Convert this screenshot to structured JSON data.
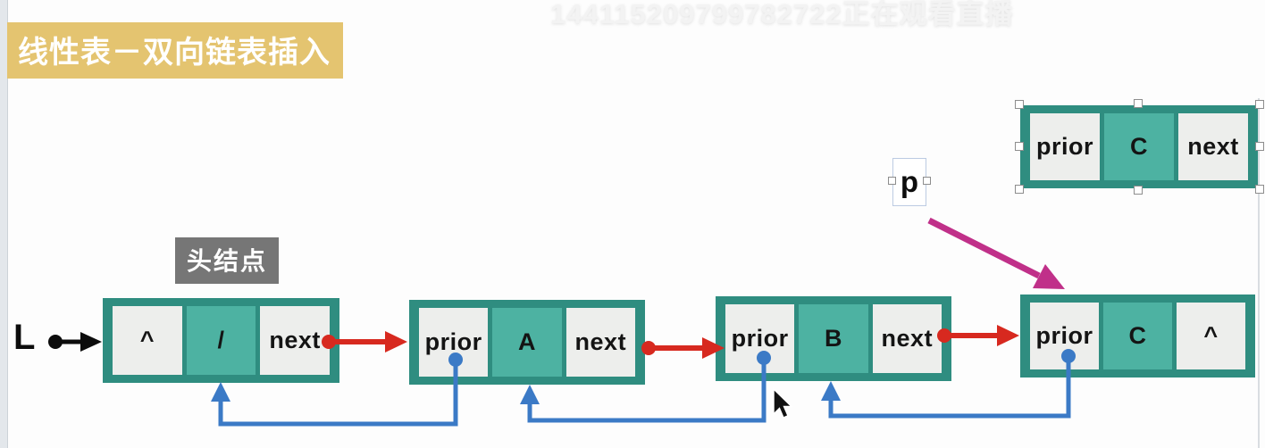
{
  "watermark": "144115209799782722正在观看直播",
  "title": "线性表－双向链表插入",
  "labels": {
    "head_node": "头结点",
    "list_pointer": "L",
    "p_pointer": "p"
  },
  "nodes": {
    "head": {
      "cells": [
        "^",
        "/",
        "next"
      ]
    },
    "a": {
      "cells": [
        "prior",
        "A",
        "next"
      ]
    },
    "b": {
      "cells": [
        "prior",
        "B",
        "next"
      ]
    },
    "c": {
      "cells": [
        "prior",
        "C",
        "^"
      ]
    },
    "floating": {
      "cells": [
        "prior",
        "C",
        "next"
      ]
    }
  },
  "colors": {
    "node_border_teal": "#2f8d80",
    "node_mid_teal": "#4db2a2",
    "node_cell_gray": "#edeeec",
    "title_bg": "#e4c470",
    "head_label_bg": "#767676",
    "next_arrow_red": "#d7291f",
    "prior_arrow_blue": "#3b7ac6",
    "p_arrow_magenta": "#c03089"
  }
}
